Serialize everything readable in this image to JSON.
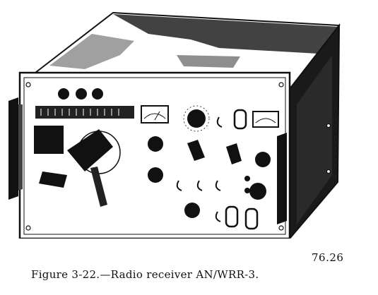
{
  "figure": {
    "number": "76.26",
    "caption": "Figure 3-22.—Radio receiver AN/WRR-3."
  },
  "illustration": {
    "icon": "radio-receiver-illustration",
    "ink_color": "#111111",
    "paper_color": "#ffffff"
  }
}
